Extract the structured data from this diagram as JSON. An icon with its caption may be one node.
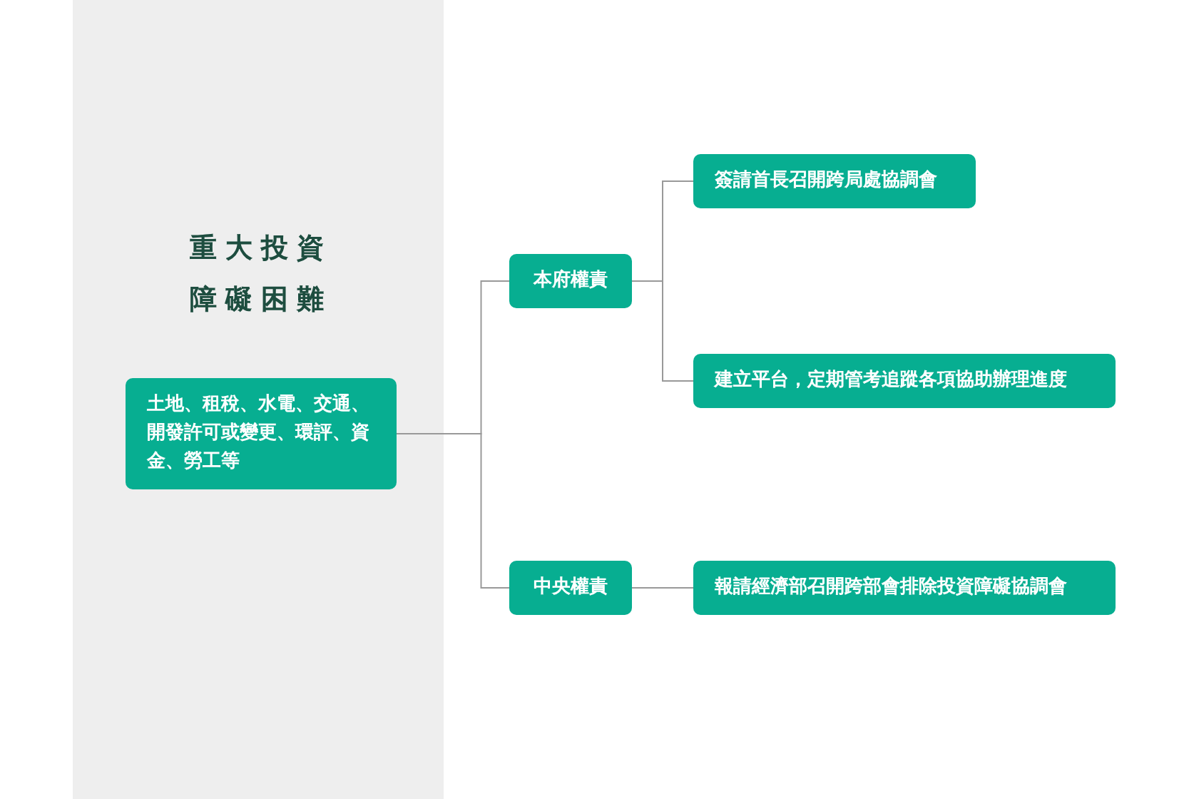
{
  "diagram": {
    "title": "重大投資障礙困難",
    "nodes": [
      {
        "text": [
          "土地、租稅、水電、交通、開發許可或變更、環評、資金、勞工等"
        ]
      },
      {
        "text": [
          "本府權責"
        ]
      },
      {
        "text": [
          "簽請首長召開跨局處協調會"
        ]
      },
      {
        "text": [
          "建立平台，定期管考追蹤各項協助辦理進度"
        ]
      },
      {
        "text": [
          "中央權責"
        ]
      },
      {
        "text": [
          "報請經濟部召開跨部會排除投資障礙協調會"
        ]
      }
    ],
    "edges": [
      {
        "from": 0,
        "to": 1,
        "arrow": "none"
      },
      {
        "from": 0,
        "to": 4,
        "arrow": "none"
      },
      {
        "from": 1,
        "to": 2,
        "arrow": "none"
      },
      {
        "from": 1,
        "to": 3,
        "arrow": "none"
      },
      {
        "from": 4,
        "to": 5,
        "arrow": "none"
      }
    ]
  }
}
